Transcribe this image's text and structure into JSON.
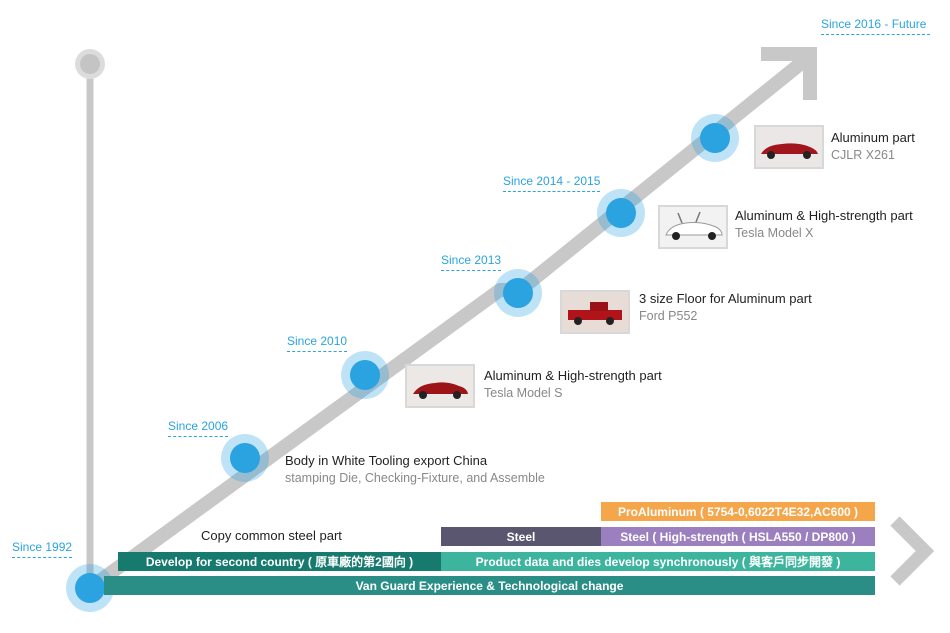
{
  "colors": {
    "accent_blue": "#2aa3e0",
    "arrow_gray": "#c8c8c8",
    "orange": "#f5a64a",
    "purple": "#9b7fbf",
    "dark_gray": "#5b5670",
    "teal_dark": "#177a6e",
    "teal_light": "#3db59e",
    "teal_main": "#2a8e86"
  },
  "since_labels": {
    "y1992": "Since 1992",
    "y2006": "Since 2006",
    "y2010": "Since 2010",
    "y2013": "Since 2013",
    "y2014": "Since 2014 - 2015",
    "y2016": "Since 2016 - Future"
  },
  "milestones": {
    "m2006": {
      "title": "Body in White Tooling export China",
      "subtitle": "stamping Die, Checking-Fixture, and Assemble"
    },
    "m2010": {
      "title": "Aluminum & High-strength part",
      "subtitle": "Tesla Model S"
    },
    "m2013": {
      "title": "3 size Floor for Aluminum part",
      "subtitle": "Ford P552"
    },
    "m2014": {
      "title": "Aluminum & High-strength part",
      "subtitle": "Tesla Model X"
    },
    "m2016": {
      "title": "Aluminum part",
      "subtitle": "CJLR X261"
    }
  },
  "base_label": "Copy common steel part",
  "bars": {
    "proaluminum": "ProAluminum ( 5754-0,6022T4E32,AC600 )",
    "steel": "Steel",
    "steel_hs": "Steel ( High-strength ( HSLA550 / DP800 )",
    "develop": "Develop for second country ( 原車廠的第2國向 )",
    "product": "Product data and dies develop synchronously ( 與客戶同步開發 )",
    "vanguard": "Van Guard Experience & Technological change"
  },
  "thumbnails": {
    "tesla_s": "car-image-red-sedan",
    "ford": "car-image-red-pickup",
    "tesla_x": "car-image-white-suv",
    "jaguar": "car-image-red-sedan"
  }
}
